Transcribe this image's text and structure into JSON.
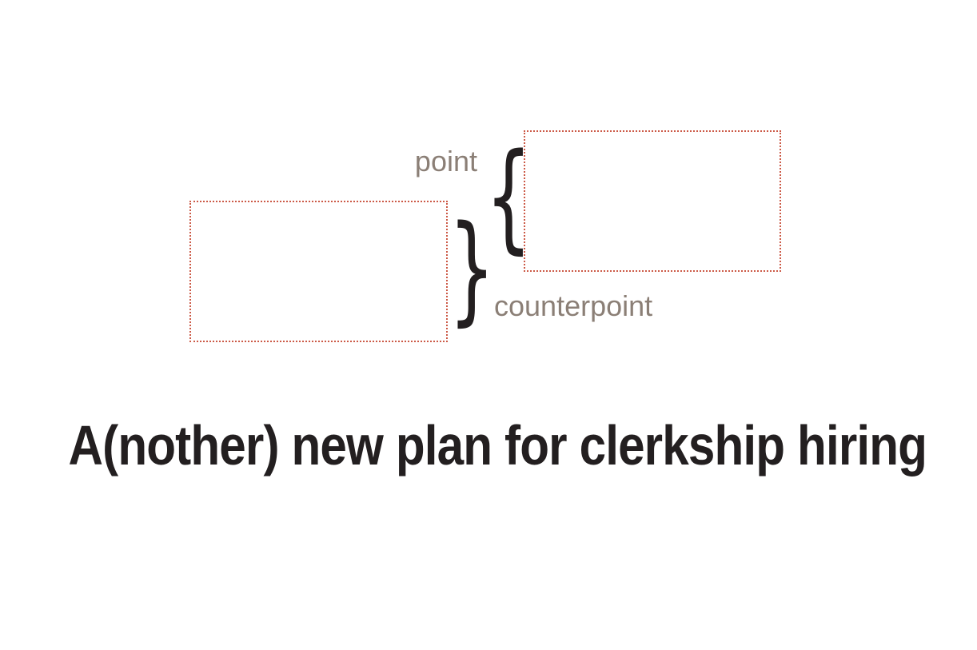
{
  "labels": {
    "point": "point",
    "counterpoint": "counterpoint"
  },
  "braces": {
    "open": "{",
    "close": "}"
  },
  "title": "A(nother) new plan for clerkship hiring",
  "colors": {
    "text_dark": "#231f20",
    "label_gray": "#8b7f76",
    "dotted_box": "#cc5a47",
    "background": "#ffffff"
  }
}
